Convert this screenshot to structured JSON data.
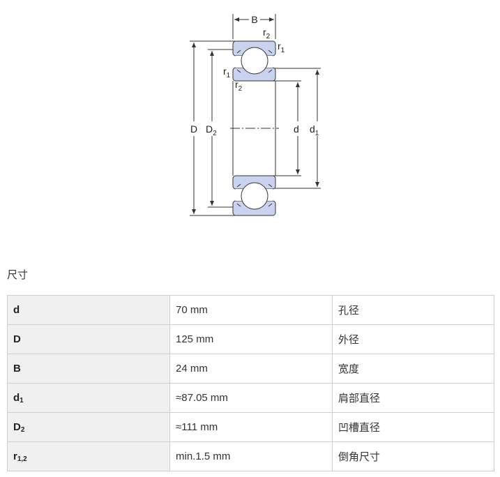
{
  "drawing": {
    "labels": {
      "B": "B",
      "D": "D",
      "D2": "D",
      "D2_sub": "2",
      "d": "d",
      "d1": "d",
      "d1_sub": "1",
      "r": "r",
      "sub_1": "1",
      "sub_2": "2"
    },
    "colors": {
      "fill": "#c9d2ee",
      "stroke": "#333333"
    }
  },
  "section_title": "尺寸",
  "table": {
    "rows": [
      {
        "symbol": "d",
        "sub": "",
        "value": "70 mm",
        "desc": "孔径"
      },
      {
        "symbol": "D",
        "sub": "",
        "value": "125 mm",
        "desc": "外径"
      },
      {
        "symbol": "B",
        "sub": "",
        "value": "24 mm",
        "desc": "宽度"
      },
      {
        "symbol": "d",
        "sub": "1",
        "value": "≈87.05 mm",
        "desc": "肩部直径"
      },
      {
        "symbol": "D",
        "sub": "2",
        "value": "≈111 mm",
        "desc": "凹槽直径"
      },
      {
        "symbol": "r",
        "sub": "1,2",
        "value": "min.1.5 mm",
        "desc": "倒角尺寸"
      }
    ]
  }
}
